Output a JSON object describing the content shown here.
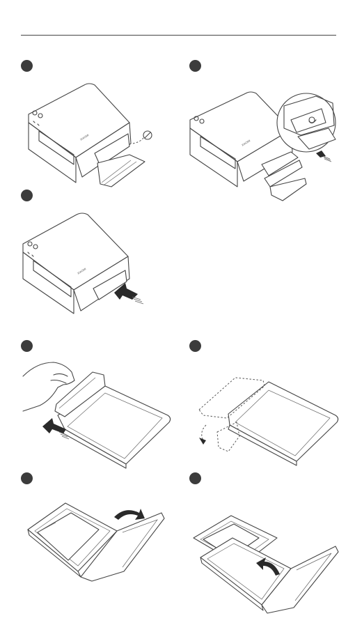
{
  "page": {
    "title": ""
  },
  "steps": [
    {
      "id": 1,
      "content": "printer-open-paper-door"
    },
    {
      "id": 2,
      "content": "printer-insert-cartridge-detail"
    },
    {
      "id": 3,
      "content": "printer-push-cartridge-in"
    },
    {
      "id": 4,
      "content": "cartridge-slide-cover"
    },
    {
      "id": 5,
      "content": "cartridge-cover-rotated"
    },
    {
      "id": 6,
      "content": "cartridge-open-lid"
    },
    {
      "id": 7,
      "content": "cartridge-load-paper"
    }
  ],
  "icons": [
    "step-marker-dot",
    "printer-illustration",
    "paper-cartridge-illustration",
    "curved-arrow-icon",
    "push-arrow-icon"
  ]
}
